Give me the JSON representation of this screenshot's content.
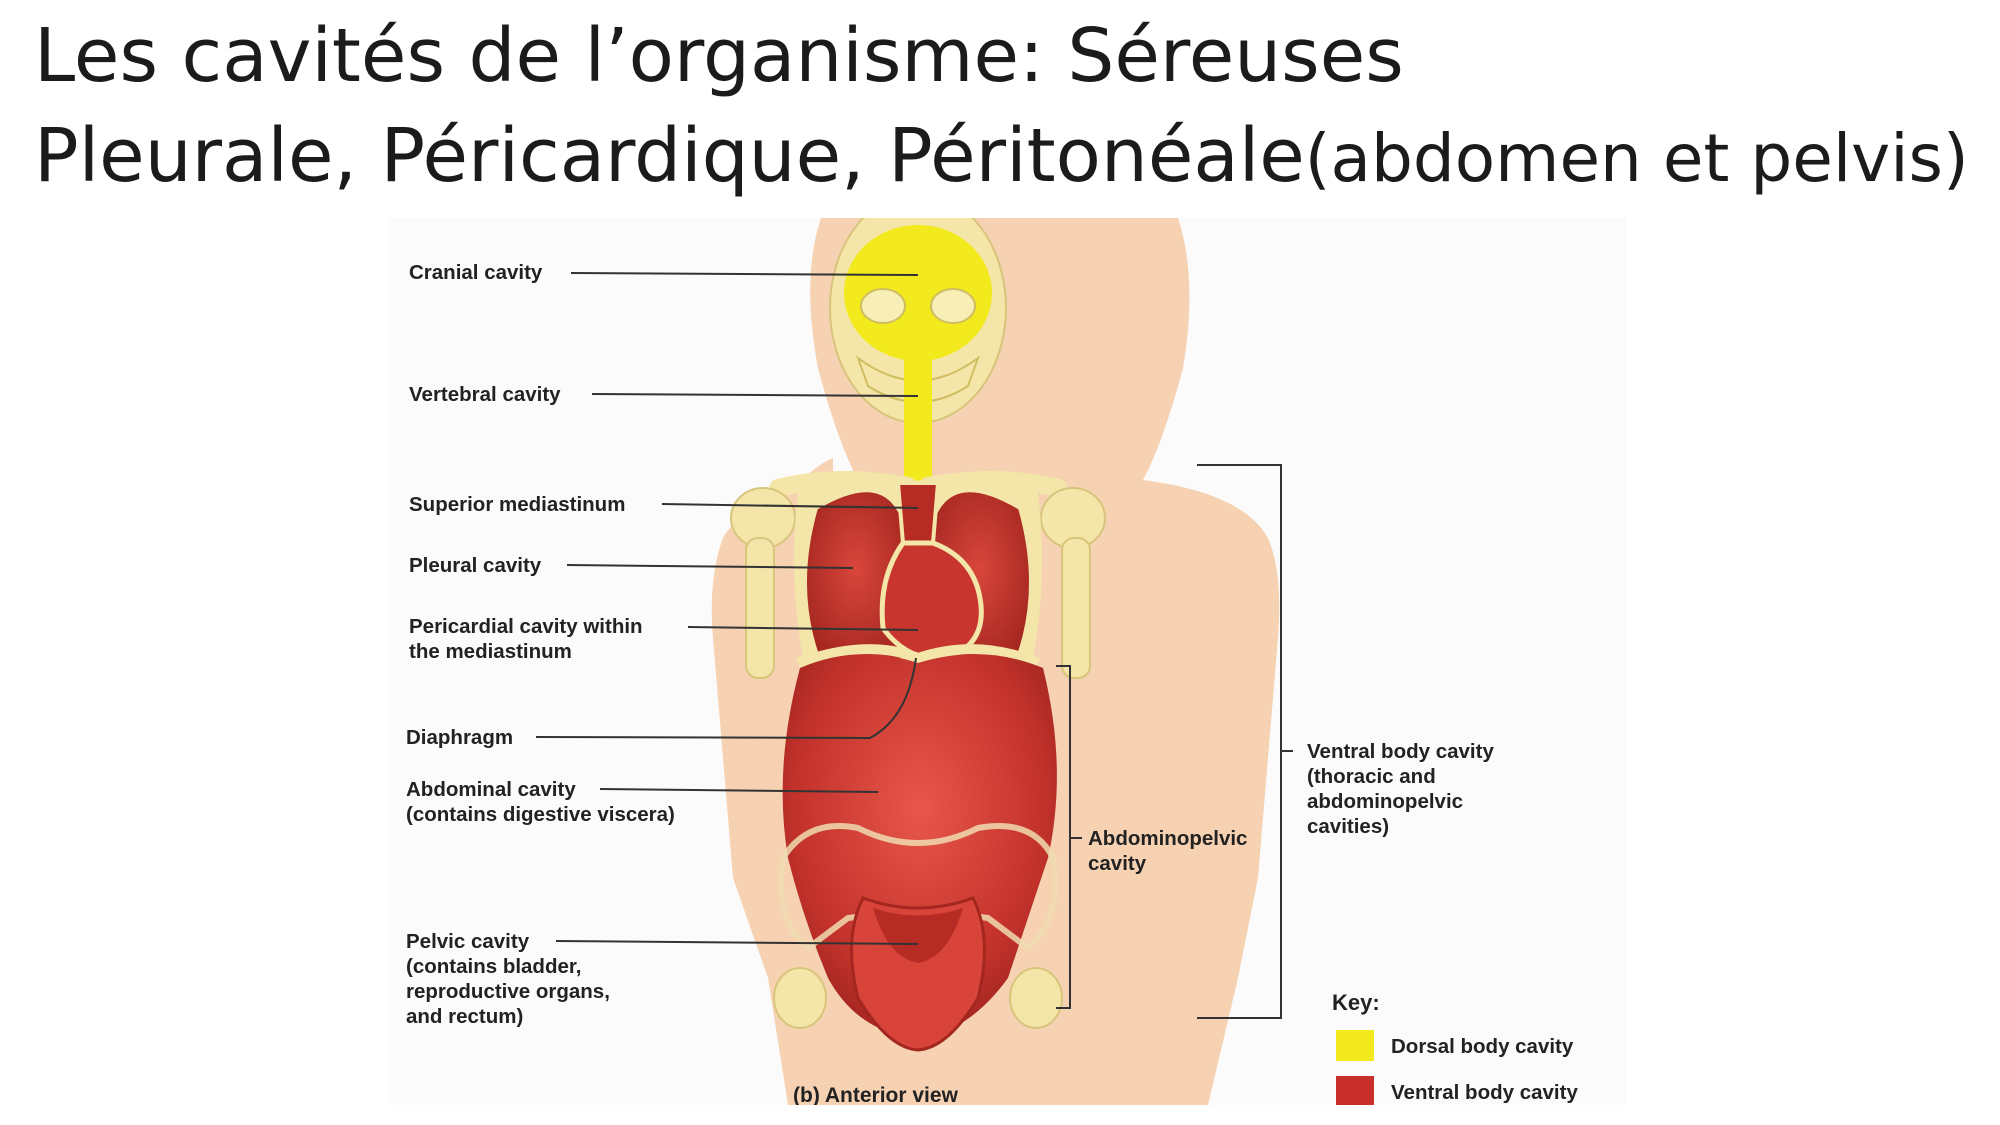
{
  "slide": {
    "title_line1": "Les cavités de l’organisme: Séreuses",
    "title_line2_main": "Pleurale, Péricardique, Péritonéale",
    "title_line2_sub": "(abdomen et pelvis)"
  },
  "figure": {
    "labels": {
      "cranial": "Cranial cavity",
      "vertebral": "Vertebral cavity",
      "superior_mediastinum": "Superior mediastinum",
      "pleural": "Pleural cavity",
      "pericardial": "Pericardial cavity within\nthe mediastinum",
      "diaphragm": "Diaphragm",
      "abdominal": "Abdominal cavity\n(contains digestive viscera)",
      "pelvic": "Pelvic cavity\n(contains bladder,\nreproductive organs,\nand rectum)",
      "abdominopelvic": "Abdominopelvic\ncavity",
      "ventral": "Ventral body cavity\n(thoracic and\nabdominopelvic\ncavities)"
    },
    "caption": "(b) Anterior view",
    "key": {
      "title": "Key:",
      "items": [
        {
          "label": "Dorsal body cavity",
          "color": "#f2ea1c"
        },
        {
          "label": "Ventral body cavity",
          "color": "#c9302c"
        }
      ]
    },
    "colors": {
      "dorsal": "#f2ea1c",
      "ventral": "#c9302c",
      "skin": "#f6d2b2",
      "bone": "#f4e5a8"
    }
  }
}
